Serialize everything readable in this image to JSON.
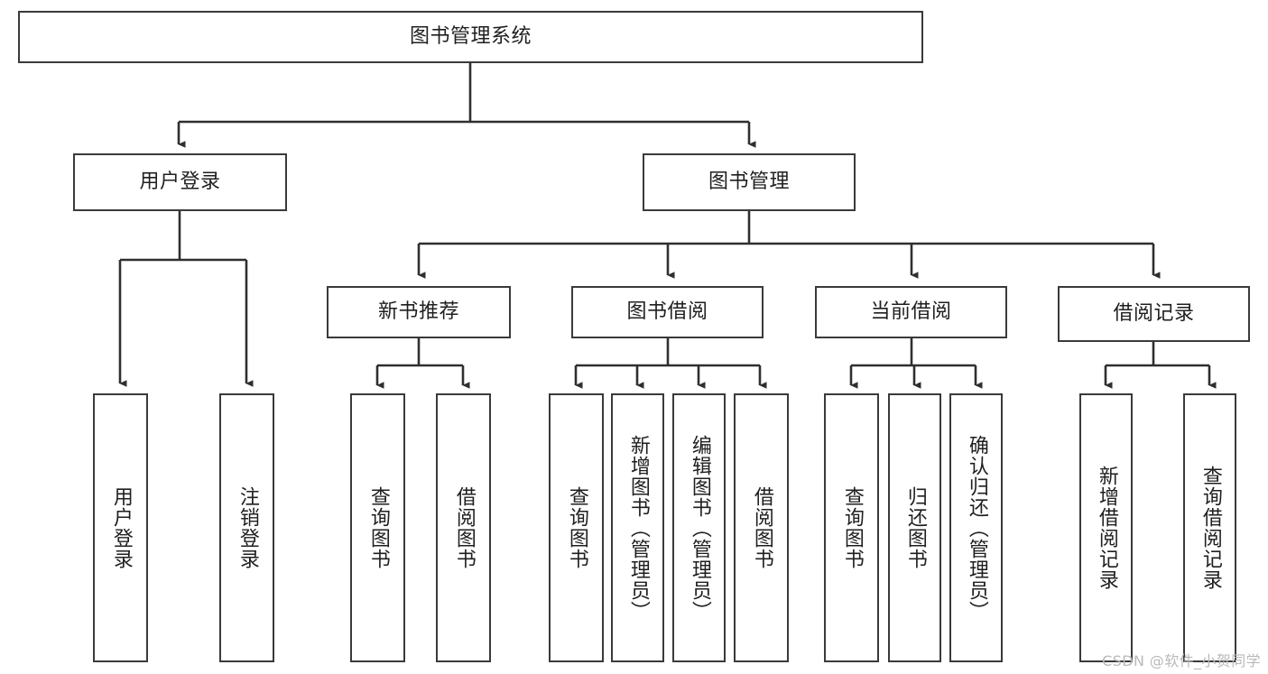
{
  "diagram": {
    "title": "图书管理系统",
    "type": "tree",
    "watermark": "CSDN @软件_小贺同学",
    "colors": {
      "box_border": "#3a3a3a",
      "box_fill": "#ffffff",
      "edge": "#2f2f2f",
      "text": "#1f1f1f",
      "watermark": "#b9b9b9",
      "background": "#ffffff"
    },
    "levels": {
      "root": {
        "label": "图书管理系统"
      },
      "level1": [
        {
          "label": "用户登录"
        },
        {
          "label": "图书管理"
        }
      ],
      "level2": [
        {
          "label": "新书推荐"
        },
        {
          "label": "图书借阅"
        },
        {
          "label": "当前借阅"
        },
        {
          "label": "借阅记录"
        }
      ],
      "leaves": {
        "user_login": [
          {
            "label": "用户登录"
          },
          {
            "label": "注销登录"
          }
        ],
        "new_book_recommend": [
          {
            "label": "查询图书"
          },
          {
            "label": "借阅图书"
          }
        ],
        "book_borrow": [
          {
            "label": "查询图书"
          },
          {
            "label": "新增图书（管理员）"
          },
          {
            "label": "编辑图书（管理员）"
          },
          {
            "label": "借阅图书"
          }
        ],
        "current_borrow": [
          {
            "label": "查询图书"
          },
          {
            "label": "归还图书"
          },
          {
            "label": "确认归还（管理员）"
          }
        ],
        "borrow_record": [
          {
            "label": "新增借阅记录"
          },
          {
            "label": "查询借阅记录"
          }
        ]
      }
    }
  }
}
